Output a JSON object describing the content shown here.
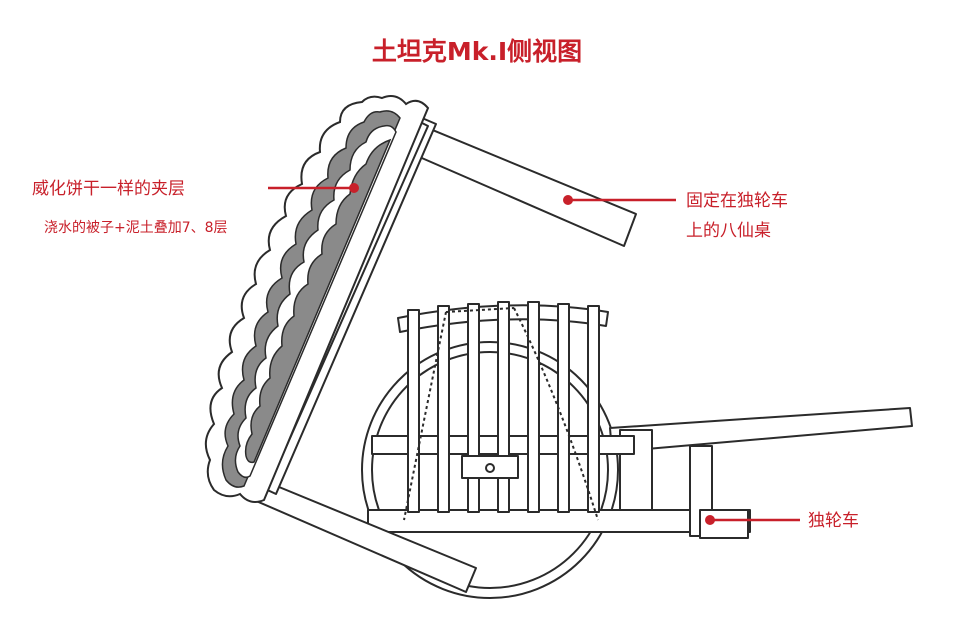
{
  "title": "土坦克Mk.I侧视图",
  "labels": {
    "layer": "威化饼干一样的夹层",
    "layer_detail": "浇水的被子+泥土叠加7、8层",
    "table_line1": "固定在独轮车",
    "table_line2": "上的八仙桌",
    "wheelbarrow": "独轮车"
  },
  "colors": {
    "accent": "#c8202a",
    "line": "#2b2b2b",
    "layer_fill": "#8a8a8a",
    "background": "#ffffff"
  }
}
